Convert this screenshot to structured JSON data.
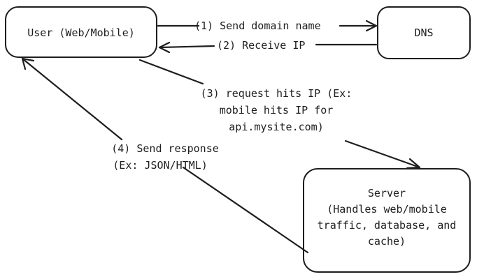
{
  "nodes": {
    "user": {
      "label": "User (Web/Mobile)"
    },
    "dns": {
      "label": "DNS"
    },
    "server": {
      "lines": [
        "Server",
        "(Handles web/mobile",
        "traffic, database, and",
        "cache)"
      ]
    }
  },
  "edges": {
    "send_domain": {
      "label": "(1) Send domain name"
    },
    "receive_ip": {
      "label": "(2) Receive IP"
    },
    "request_hits_ip": {
      "lines": [
        "(3) request hits IP (Ex:",
        "mobile hits IP for",
        "api.mysite.com)"
      ]
    },
    "send_response": {
      "lines": [
        "(4) Send response",
        "(Ex: JSON/HTML)"
      ]
    }
  },
  "colors": {
    "stroke": "#1e1e1e",
    "background": "#ffffff"
  }
}
